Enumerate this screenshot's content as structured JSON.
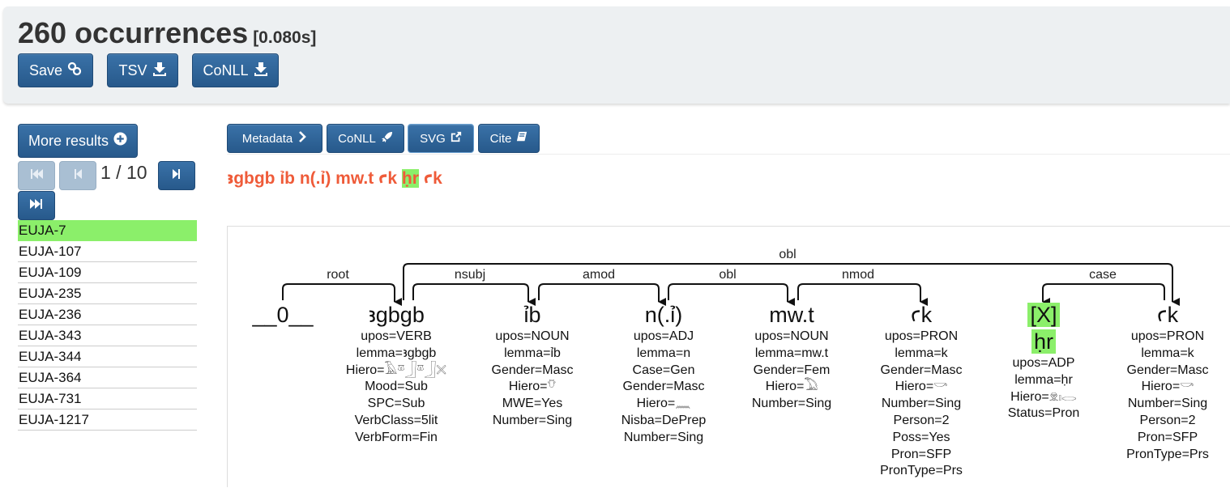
{
  "header": {
    "count_text": "260 occurrences",
    "time_text": "[0.080s]",
    "buttons": [
      {
        "label": "Save",
        "icon": "link-icon"
      },
      {
        "label": "TSV",
        "icon": "download-icon"
      },
      {
        "label": "CoNLL",
        "icon": "download-icon"
      }
    ]
  },
  "sidebar": {
    "more_results_label": "More results",
    "pager": {
      "text": "1 / 10"
    },
    "documents": [
      "EUJA-7",
      "EUJA-107",
      "EUJA-109",
      "EUJA-235",
      "EUJA-236",
      "EUJA-343",
      "EUJA-344",
      "EUJA-364",
      "EUJA-731",
      "EUJA-1217"
    ],
    "active_document": "EUJA-7"
  },
  "result": {
    "tabs": [
      {
        "label": "Metadata",
        "icon": "chevron-right-icon"
      },
      {
        "label": "CoNLL",
        "icon": "rocket-icon"
      },
      {
        "label": "SVG",
        "icon": "external-link-icon"
      },
      {
        "label": "Cite",
        "icon": "book-icon"
      }
    ],
    "sentence": {
      "before": "ꜣgbgb ỉb n(.ỉ) mw.t ꜥk ",
      "highlight": "ḥr",
      "after": " ꜥk"
    },
    "colors": {
      "accent": "#ef5b39",
      "highlight": "#8bef6a",
      "button": "#2f659b"
    }
  },
  "tree": {
    "relations": [
      "root",
      "nsubj",
      "amod",
      "obl",
      "nmod",
      "obl",
      "case"
    ],
    "nodes": [
      {
        "form": "__0__",
        "features": []
      },
      {
        "form": "ꜣgbgb",
        "features": [
          "upos=VERB",
          "lemma=ꜣgbgb",
          "Hiero=𓄿𓎼𓃀𓎼𓃀𓏴",
          "Mood=Sub",
          "SPC=Sub",
          "VerbClass=5lit",
          "VerbForm=Fin"
        ]
      },
      {
        "form": "ỉb",
        "features": [
          "upos=NOUN",
          "lemma=ỉb",
          "Gender=Masc",
          "Hiero=𓄣",
          "MWE=Yes",
          "Number=Sing"
        ]
      },
      {
        "form": "n(.ỉ)",
        "features": [
          "upos=ADJ",
          "lemma=n",
          "Case=Gen",
          "Gender=Masc",
          "Hiero=𓈖",
          "Nisba=DePrep",
          "Number=Sing"
        ]
      },
      {
        "form": "mw.t",
        "features": [
          "upos=NOUN",
          "lemma=mw.t",
          "Gender=Fem",
          "Hiero=𓅐",
          "Number=Sing"
        ]
      },
      {
        "form": "ꜥk",
        "features": [
          "upos=PRON",
          "lemma=k",
          "Gender=Masc",
          "Hiero=𓎡",
          "Number=Sing",
          "Person=2",
          "Poss=Yes",
          "Pron=SFP",
          "PronType=Prs"
        ]
      },
      {
        "form_prefix": "[X]",
        "form": "ḥr",
        "features": [
          "upos=ADP",
          "lemma=ḥr",
          "Hiero=𓁷𓏤𓂋",
          "Status=Pron"
        ]
      },
      {
        "form": "ꜥk",
        "features": [
          "upos=PRON",
          "lemma=k",
          "Gender=Masc",
          "Hiero=𓎡",
          "Number=Sing",
          "Person=2",
          "Pron=SFP",
          "PronType=Prs"
        ]
      }
    ]
  }
}
